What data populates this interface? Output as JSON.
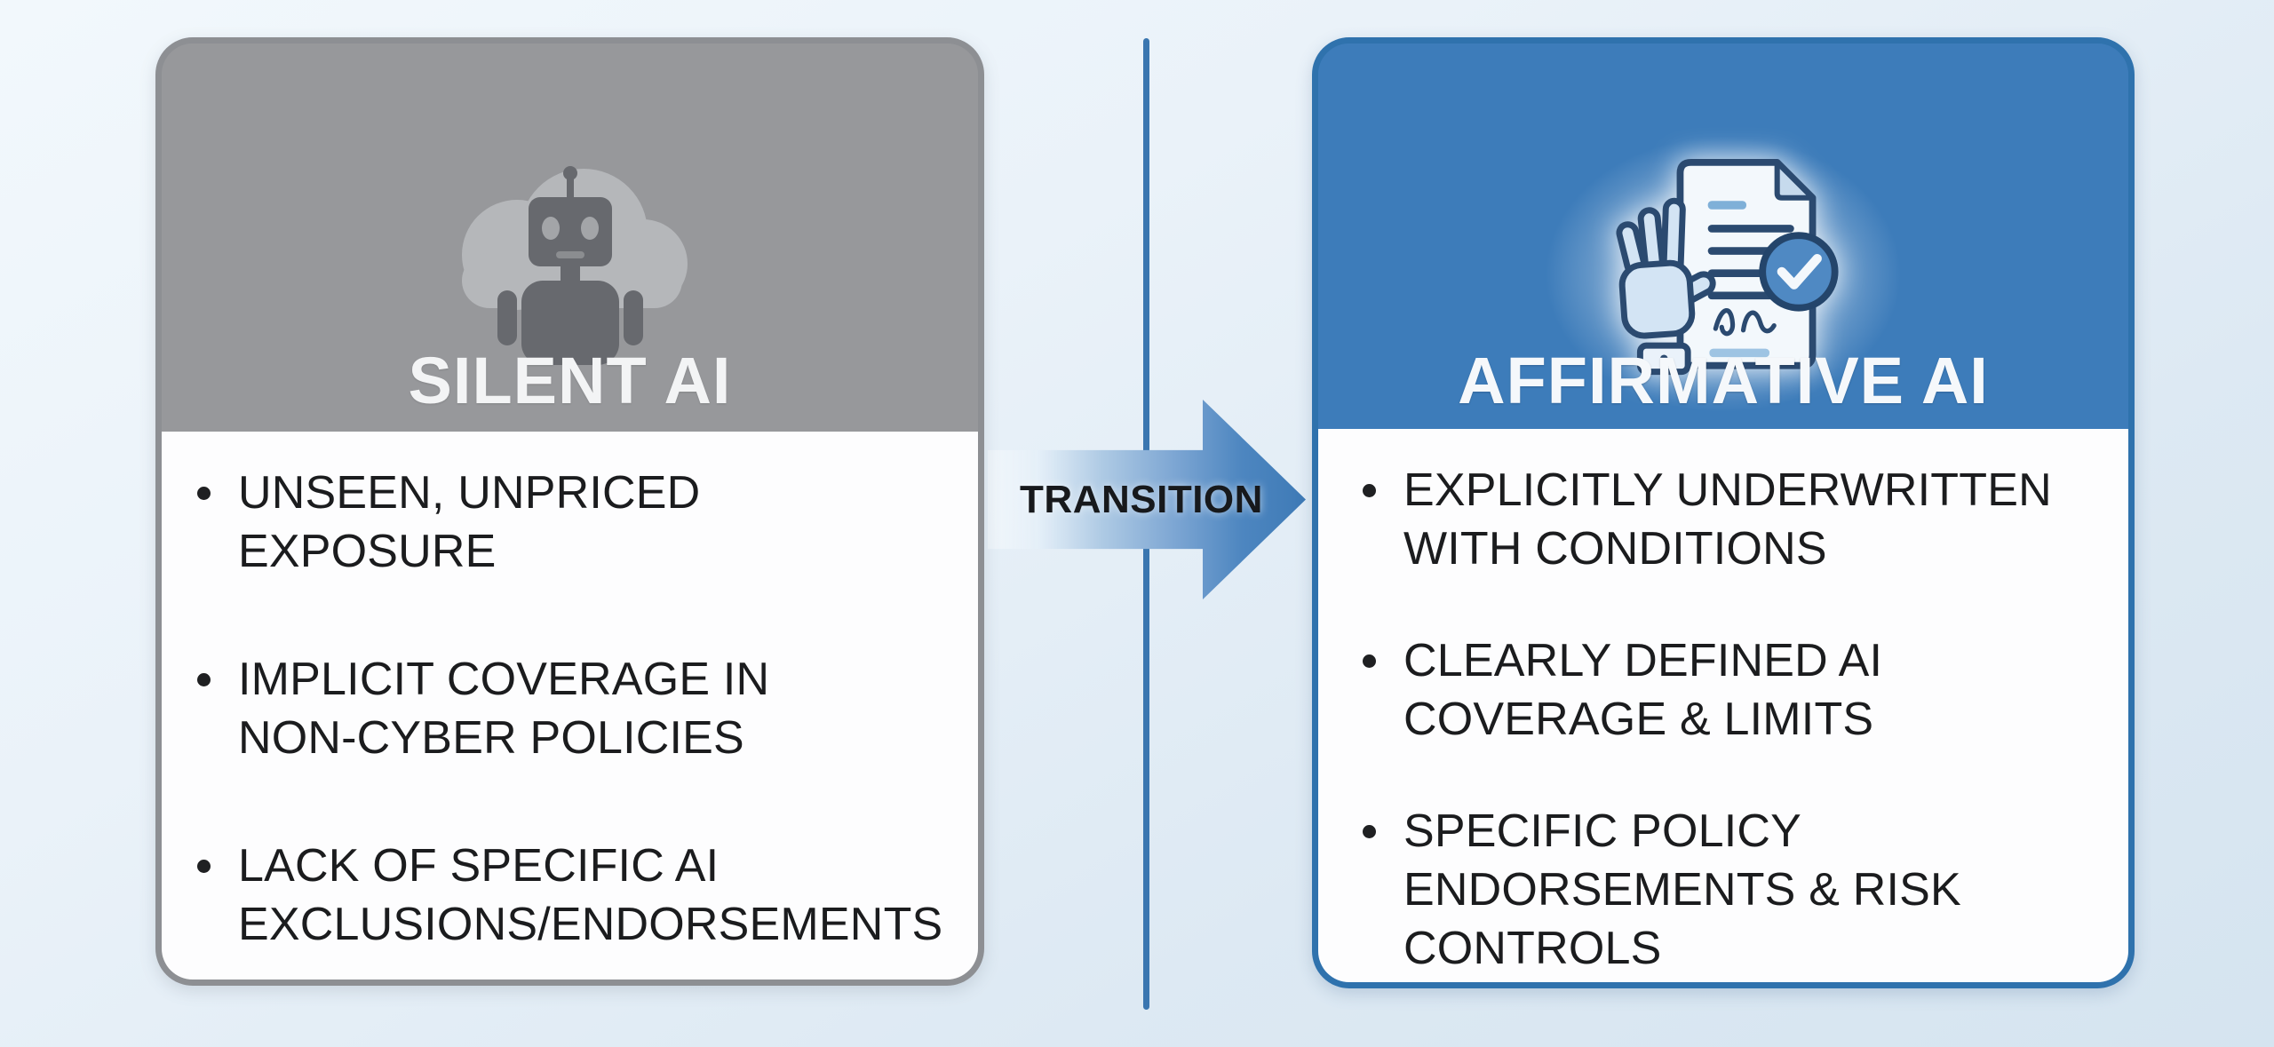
{
  "diagram": {
    "left_card": {
      "title": "SILENT AI",
      "icon": "robot-cloud-icon",
      "bullets": [
        "UNSEEN, UNPRICED\nEXPOSURE",
        "IMPLICIT COVERAGE IN\nNON-CYBER POLICIES",
        "LACK OF SPECIFIC AI\nEXCLUSIONS/ENDORSEMENTS"
      ],
      "colors": {
        "header": "#97989b",
        "border": "#8d8f93",
        "title_text": "#f3f4f5",
        "body": "#fdfdfe"
      }
    },
    "transition": {
      "label": "TRANSITION",
      "arrow_color": "#4d86c0",
      "label_color": "#17191c"
    },
    "right_card": {
      "title": "AFFIRMATIVE AI",
      "icon": "signed-policy-check-icon",
      "bullets": [
        "EXPLICITLY UNDERWRITTEN\nWITH CONDITIONS",
        "CLEARLY DEFINED AI\nCOVERAGE & LIMITS",
        "SPECIFIC POLICY\nENDORSEMENTS & RISK\nCONTROLS"
      ],
      "colors": {
        "header": "#3d7cba",
        "border": "#2f72ad",
        "title_text": "#f5f8fb",
        "body": "#fdfdfe"
      }
    },
    "divider_color": "#3a76b0",
    "bullet_text_color": "#1b1c1e",
    "background_colors": [
      "#f2f8fc",
      "#d5e4f0"
    ]
  }
}
